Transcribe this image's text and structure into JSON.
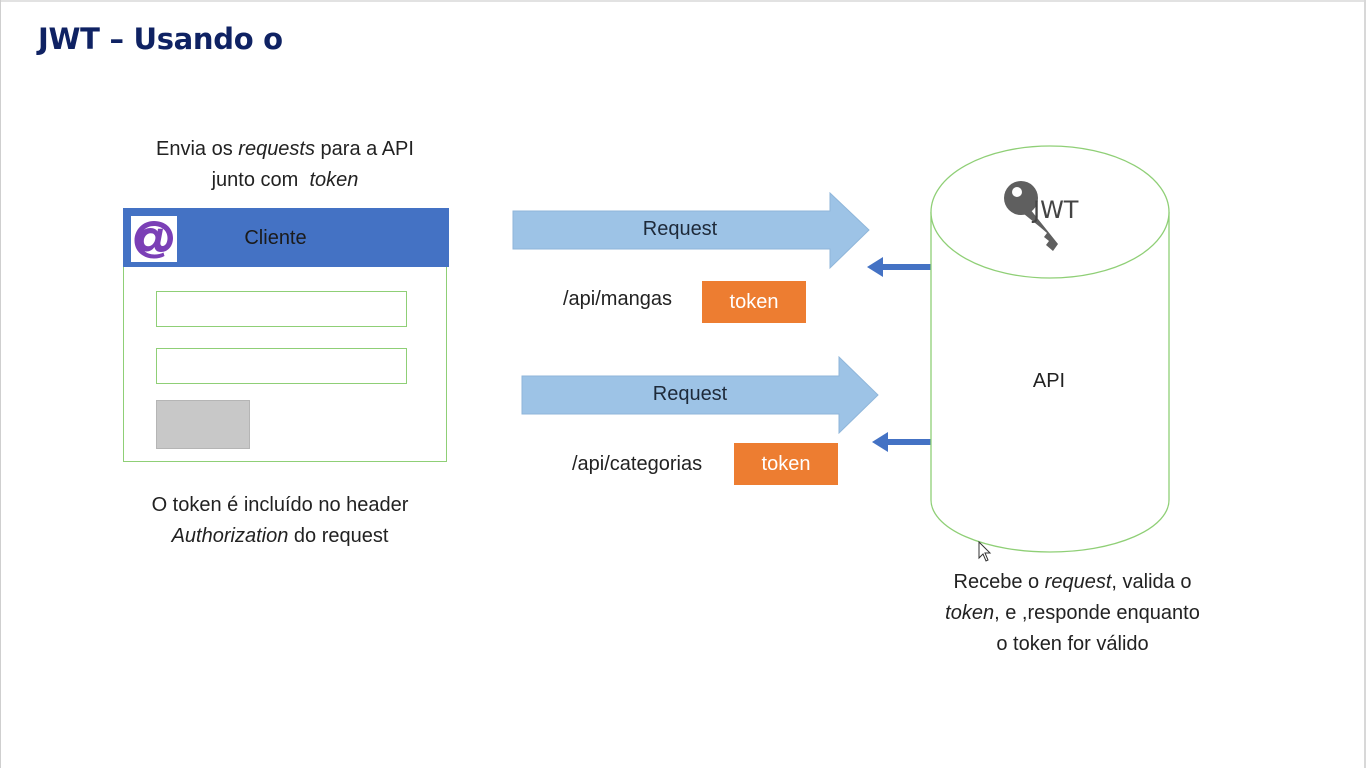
{
  "title": "JWT – Usando o",
  "top_caption": {
    "line1_pre": "Envia os ",
    "line1_em": "requests",
    "line1_post": " para a API",
    "line2_pre": "junto com  ",
    "line2_em": "token"
  },
  "client": {
    "title": "Cliente",
    "logo_symbol": "@",
    "header_color": "#4472c4"
  },
  "bottom_left_caption": {
    "line1": "O token é incluído no header",
    "line2_em": "Authorization",
    "line2_post": " do request"
  },
  "requests": [
    {
      "label": "Request",
      "route": "/api/mangas",
      "token": "token"
    },
    {
      "label": "Request",
      "route": "/api/categorias",
      "token": "token"
    }
  ],
  "api": {
    "label": "API",
    "jwt_label": "JWT"
  },
  "right_caption": {
    "line1_pre": "Recebe o ",
    "line1_em": "request",
    "line1_post": ", valida o",
    "line2_em": "token",
    "line2_post": ", e ,responde enquanto",
    "line3": "o token for válido"
  },
  "colors": {
    "title": "#0f2263",
    "token_badge": "#ed7d31",
    "request_arrow": "#9dc3e6",
    "response_arrow": "#4472c4",
    "outline_green": "#8fcf76"
  }
}
